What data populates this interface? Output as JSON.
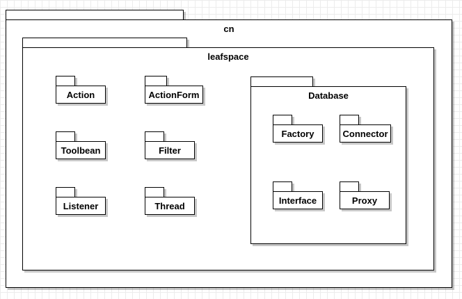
{
  "diagram": {
    "root": {
      "name": "cn"
    },
    "main_package": {
      "name": "leafspace"
    },
    "packages": [
      {
        "name": "Action"
      },
      {
        "name": "ActionForm"
      },
      {
        "name": "Toolbean"
      },
      {
        "name": "Filter"
      },
      {
        "name": "Listener"
      },
      {
        "name": "Thread"
      }
    ],
    "database_package": {
      "name": "Database",
      "packages": [
        {
          "name": "Factory"
        },
        {
          "name": "Connector"
        },
        {
          "name": "Interface"
        },
        {
          "name": "Proxy"
        }
      ]
    }
  }
}
